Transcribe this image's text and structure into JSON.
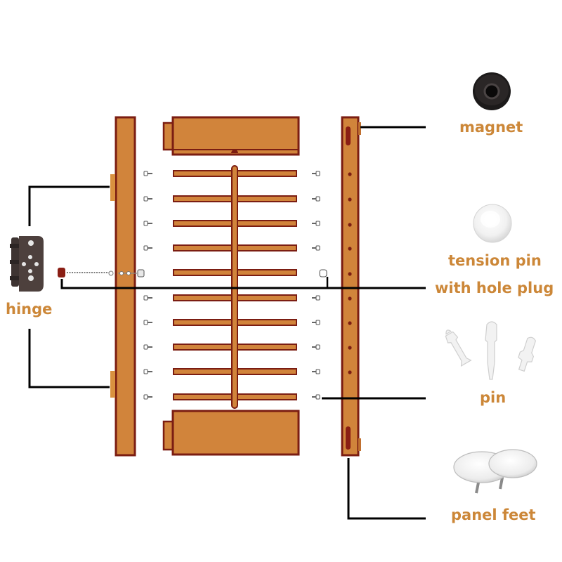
{
  "colors": {
    "wood": "#d1843b",
    "wood_edge": "#7b1d12",
    "label": "#cc8738",
    "line": "#000000",
    "magnet": "#1c1a1a",
    "hinge": "#4d403d",
    "plastic": "#f3f3f3",
    "plastic_edge": "#cfcfcf",
    "metal": "#c9c9c9"
  },
  "labels": {
    "magnet": "magnet",
    "tension_pin": "tension pin",
    "hole_plug": "with hole plug",
    "pin": "pin",
    "panel_feet": "panel feet",
    "hinge": "hinge"
  }
}
